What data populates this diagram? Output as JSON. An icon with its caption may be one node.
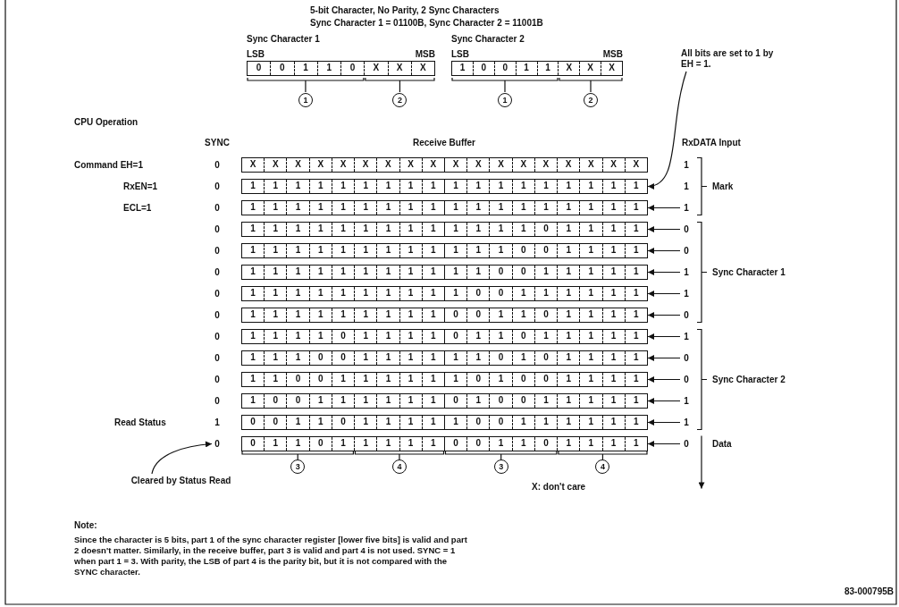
{
  "diagram": {
    "title": "5-bit Character, No Parity, 2 Sync Characters",
    "nodes": [
      {
        "text": [
          "0",
          "0",
          "1",
          "1",
          "0",
          "X",
          "X",
          "X"
        ]
      },
      {
        "text": [
          "1",
          "0",
          "0",
          "1",
          "1",
          "X",
          "X",
          "X"
        ]
      },
      {
        "text": [
          "X",
          "X",
          "X",
          "X",
          "X",
          "X",
          "X",
          "X",
          "X",
          "X",
          "X",
          "X",
          "X",
          "X",
          "X",
          "X",
          "X",
          "X"
        ]
      },
      {
        "text": [
          "1",
          "1",
          "1",
          "1",
          "1",
          "1",
          "1",
          "1",
          "1",
          "1",
          "1",
          "1",
          "1",
          "1",
          "1",
          "1",
          "1",
          "1"
        ]
      },
      {
        "text": [
          "1",
          "1",
          "1",
          "1",
          "1",
          "1",
          "1",
          "1",
          "1",
          "1",
          "1",
          "1",
          "1",
          "1",
          "1",
          "1",
          "1",
          "1"
        ]
      },
      {
        "text": [
          "1",
          "1",
          "1",
          "1",
          "1",
          "1",
          "1",
          "1",
          "1",
          "1",
          "1",
          "1",
          "1",
          "0",
          "1",
          "1",
          "1",
          "1"
        ]
      },
      {
        "text": [
          "1",
          "1",
          "1",
          "1",
          "1",
          "1",
          "1",
          "1",
          "1",
          "1",
          "1",
          "1",
          "0",
          "0",
          "1",
          "1",
          "1",
          "1"
        ]
      },
      {
        "text": [
          "1",
          "1",
          "1",
          "1",
          "1",
          "1",
          "1",
          "1",
          "1",
          "1",
          "1",
          "0",
          "0",
          "1",
          "1",
          "1",
          "1",
          "1"
        ]
      },
      {
        "text": [
          "1",
          "1",
          "1",
          "1",
          "1",
          "1",
          "1",
          "1",
          "1",
          "1",
          "0",
          "0",
          "1",
          "1",
          "1",
          "1",
          "1",
          "1"
        ]
      },
      {
        "text": [
          "1",
          "1",
          "1",
          "1",
          "1",
          "1",
          "1",
          "1",
          "1",
          "0",
          "0",
          "1",
          "1",
          "0",
          "1",
          "1",
          "1",
          "1"
        ]
      },
      {
        "text": [
          "1",
          "1",
          "1",
          "1",
          "0",
          "1",
          "1",
          "1",
          "1",
          "0",
          "1",
          "1",
          "0",
          "1",
          "1",
          "1",
          "1",
          "1"
        ]
      },
      {
        "text": [
          "1",
          "1",
          "1",
          "0",
          "0",
          "1",
          "1",
          "1",
          "1",
          "1",
          "1",
          "0",
          "1",
          "0",
          "1",
          "1",
          "1",
          "1"
        ]
      },
      {
        "text": [
          "1",
          "1",
          "0",
          "0",
          "1",
          "1",
          "1",
          "1",
          "1",
          "1",
          "0",
          "1",
          "0",
          "0",
          "1",
          "1",
          "1",
          "1"
        ]
      },
      {
        "text": [
          "1",
          "0",
          "0",
          "1",
          "1",
          "1",
          "1",
          "1",
          "1",
          "0",
          "1",
          "0",
          "0",
          "1",
          "1",
          "1",
          "1",
          "1"
        ]
      },
      {
        "text": [
          "0",
          "0",
          "1",
          "1",
          "0",
          "1",
          "1",
          "1",
          "1",
          "1",
          "0",
          "0",
          "1",
          "1",
          "1",
          "1",
          "1",
          "1"
        ]
      },
      {
        "text": [
          "0",
          "1",
          "1",
          "0",
          "1",
          "1",
          "1",
          "1",
          "1",
          "0",
          "0",
          "1",
          "1",
          "0",
          "1",
          "1",
          "1",
          "1"
        ]
      },
      {
        "text": [
          "All bits are set to 1 by EH = 1."
        ]
      },
      {
        "text": [
          "1"
        ]
      },
      {
        "text": [
          "0"
        ]
      },
      {
        "text": [
          "0"
        ]
      },
      {
        "text": [
          "1"
        ]
      },
      {
        "text": [
          "1"
        ]
      },
      {
        "text": [
          "0"
        ]
      },
      {
        "text": [
          "1"
        ]
      },
      {
        "text": [
          "0"
        ]
      },
      {
        "text": [
          "0"
        ]
      },
      {
        "text": [
          "1"
        ]
      },
      {
        "text": [
          "1"
        ]
      },
      {
        "text": [
          "0"
        ]
      },
      {
        "text": [
          "Cleared by Status Read"
        ]
      },
      {
        "text": [
          "0"
        ]
      }
    ],
    "edges": [
      {
        "from": 16,
        "to": 3,
        "arrow": "to"
      },
      {
        "from": 17,
        "to": 4,
        "arrow": "to"
      },
      {
        "from": 18,
        "to": 5,
        "arrow": "to"
      },
      {
        "from": 19,
        "to": 6,
        "arrow": "to"
      },
      {
        "from": 20,
        "to": 7,
        "arrow": "to"
      },
      {
        "from": 21,
        "to": 8,
        "arrow": "to"
      },
      {
        "from": 22,
        "to": 9,
        "arrow": "to"
      },
      {
        "from": 23,
        "to": 10,
        "arrow": "to"
      },
      {
        "from": 24,
        "to": 11,
        "arrow": "to"
      },
      {
        "from": 25,
        "to": 12,
        "arrow": "to"
      },
      {
        "from": 26,
        "to": 13,
        "arrow": "to"
      },
      {
        "from": 27,
        "to": 14,
        "arrow": "to"
      },
      {
        "from": 28,
        "to": 15,
        "arrow": "to"
      },
      {
        "from": 29,
        "to": 30,
        "arrow": "to"
      }
    ],
    "labels": [
      "Sync Character 1 = 01100B, Sync Character 2 = 11001B",
      "Sync Character 1",
      "Sync Character 2",
      "LSB",
      "MSB",
      "LSB",
      "MSB",
      "CPU Operation",
      "1",
      "2",
      "1",
      "2",
      "SYNC",
      "Receive Buffer",
      "RxDATA Input",
      "Command EH=1",
      "0",
      "1",
      "RxEN=1",
      "0",
      "1",
      "Mark",
      "ECL=1",
      "0",
      "0",
      "0",
      "0",
      "Sync Character 1",
      "0",
      "0",
      "0",
      "0",
      "0",
      "Sync Character 2",
      "0",
      "Read Status",
      "1",
      "Data",
      "3",
      "4",
      "3",
      "4",
      "Note:",
      "Since the character is 5 bits, part 1 of the sync character register [lower five bits] is valid and part 2 doesn't matter. Similarly, in the receive buffer, part 3 is valid and part 4 is not used. SYNC = 1 when part 1 = 3. With parity, the LSB of part 4 is the parity bit, but it is not compared with the SYNC character.",
      "X: don't care",
      "83-000795B"
    ]
  }
}
